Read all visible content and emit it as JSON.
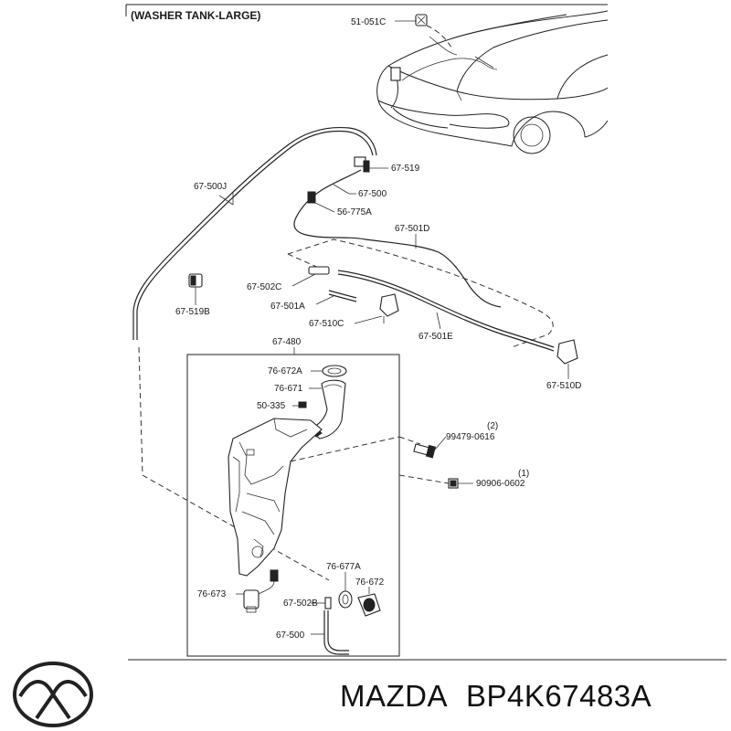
{
  "diagram": {
    "title": "(WASHER TANK-LARGE)",
    "labels": {
      "cap_51_051c": "51-051C",
      "j_67_519": "67-519",
      "j_67_500_top": "67-500",
      "j_56_775a": "56-775A",
      "j_67_500j": "67-500J",
      "j_67_501d": "67-501D",
      "j_67_502c": "67-502C",
      "j_67_501a": "67-501A",
      "j_67_510c": "67-510C",
      "j_67_501e": "67-501E",
      "j_67_519b": "67-519B",
      "j_67_510d": "67-510D",
      "j_67_480": "67-480",
      "j_76_672a": "76-672A",
      "j_76_671": "76-671",
      "j_50_335": "50-335",
      "j_99479": "99479-0616",
      "j_99479_qty": "(2)",
      "j_90906": "90906-0602",
      "j_90906_qty": "(1)",
      "j_76_677a": "76-677A",
      "j_76_672": "76-672",
      "j_76_673": "76-673",
      "j_67_502b": "67-502B",
      "j_67_500_bottom": "67-500"
    }
  },
  "footer": {
    "brand": "MAZDA",
    "part_number": "BP4K67483A",
    "logo_icon": "mazda-logo-icon"
  }
}
